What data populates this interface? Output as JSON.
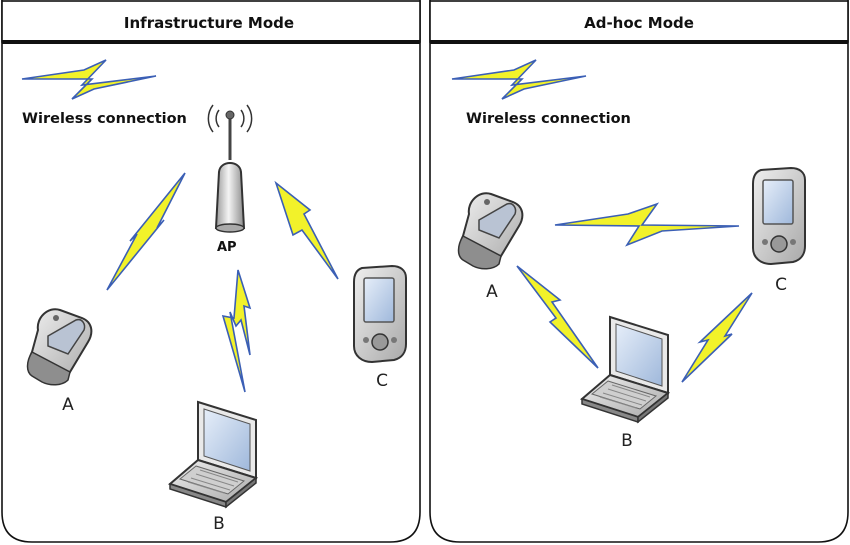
{
  "panels": [
    {
      "title": "Infrastructure Mode",
      "legend": "Wireless connection",
      "ap_label": "AP",
      "devices": {
        "phone": "A",
        "laptop": "B",
        "pda": "C"
      }
    },
    {
      "title": "Ad-hoc Mode",
      "legend": "Wireless connection",
      "devices": {
        "phone": "A",
        "laptop": "B",
        "pda": "C"
      }
    }
  ],
  "colors": {
    "bolt_fill": "#f2f22a",
    "bolt_edge": "#3b5fb5",
    "frame": "#111111",
    "device_body": "#c9c9c9",
    "screen": "#b9cde8"
  }
}
